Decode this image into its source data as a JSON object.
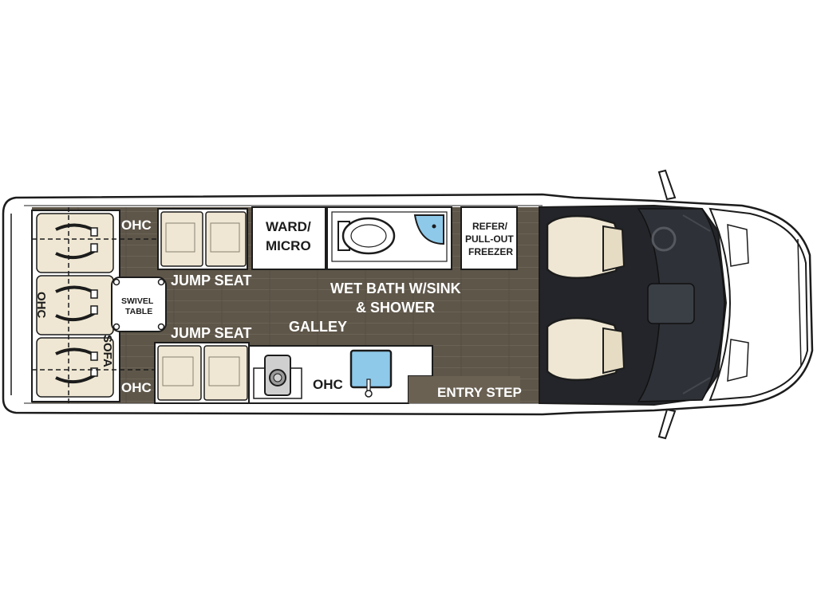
{
  "floorplan": {
    "labels": {
      "ohc_top": "OHC",
      "ohc_left": "OHC",
      "ohc_bottom_left": "OHC",
      "ohc_galley": "OHC",
      "ward_micro_1": "WARD/",
      "ward_micro_2": "MICRO",
      "refer_1": "REFER/",
      "refer_2": "PULL-OUT",
      "refer_3": "FREEZER",
      "jump_seat_top": "JUMP SEAT",
      "jump_seat_bottom": "JUMP SEAT",
      "swivel_1": "SWIVEL",
      "swivel_2": "TABLE",
      "wet_bath_1": "WET BATH W/SINK",
      "wet_bath_2": "& SHOWER",
      "galley": "GALLEY",
      "sofa": "SOFA",
      "entry_step": "ENTRY STEP"
    },
    "colors": {
      "floor": "#5e5649",
      "cabinet": "#ffffff",
      "seat_cushion": "#efe7d3",
      "sofa_fill": "#ffffff",
      "cab_dark": "#23252a",
      "outline": "#1c1c1c",
      "sink_blue": "#8ec9ea",
      "entry_step": "#6a6153"
    }
  }
}
